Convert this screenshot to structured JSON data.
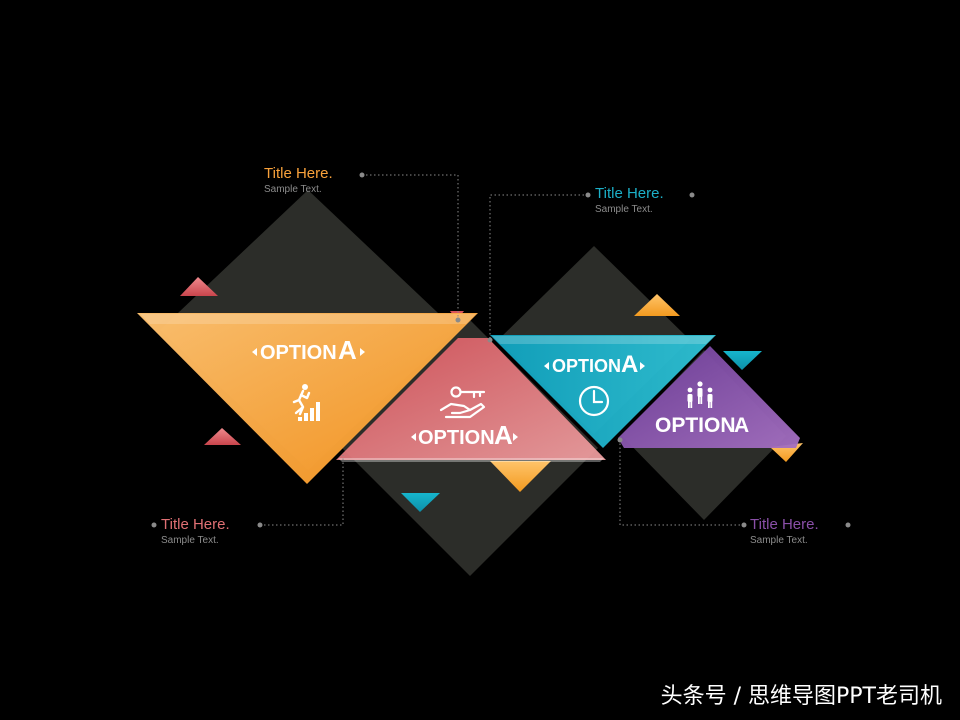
{
  "colors": {
    "orange": "#F9A23B",
    "coral": "#E07074",
    "teal": "#1CB0C8",
    "purple": "#8A4FA8",
    "dark": "#2C2D29"
  },
  "options": [
    {
      "label": "OPTION",
      "letter": "A",
      "icon": "running-stairs-icon",
      "color": "#F9A23B"
    },
    {
      "label": "OPTION",
      "letter": "A",
      "icon": "key-in-hand-icon",
      "color": "#E07074"
    },
    {
      "label": "OPTION",
      "letter": "A",
      "icon": "clock-icon",
      "color": "#1CB0C8"
    },
    {
      "label": "OPTION",
      "letter": "A",
      "icon": "people-group-icon",
      "color": "#8A4FA8"
    }
  ],
  "callouts": [
    {
      "title": "Title Here.",
      "text": "Sample Text.",
      "color": "#F9A23B"
    },
    {
      "title": "Title Here.",
      "text": "Sample Text.",
      "color": "#1CB0C8"
    },
    {
      "title": "Title Here.",
      "text": "Sample Text.",
      "color": "#E07074"
    },
    {
      "title": "Title Here.",
      "text": "Sample Text.",
      "color": "#8A4FA8"
    }
  ],
  "watermark": "头条号 / 思维导图PPT老司机"
}
